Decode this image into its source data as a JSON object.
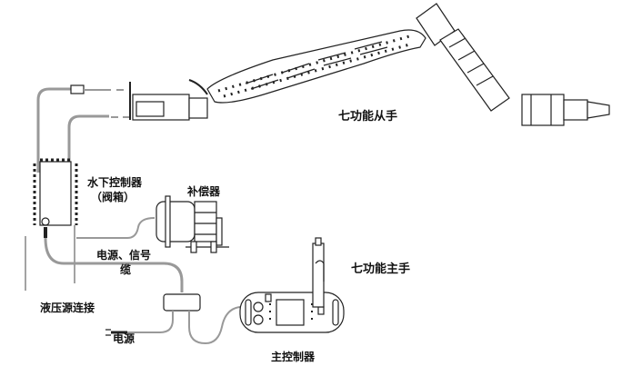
{
  "labels": {
    "slave_arm": "七功能从手",
    "master_arm": "七功能主手",
    "underwater_controller": "水下控制器",
    "valve_box": "（阀箱）",
    "compensator": "补偿器",
    "power_signal_cable_1": "电源、信号",
    "power_signal_cable_2": "缆",
    "hydraulic_connection": "液压源连接",
    "power_source": "电源",
    "master_controller": "主控制器"
  },
  "colors": {
    "line": "#222222",
    "cable": "#9a9a9a",
    "text": "#111111"
  }
}
